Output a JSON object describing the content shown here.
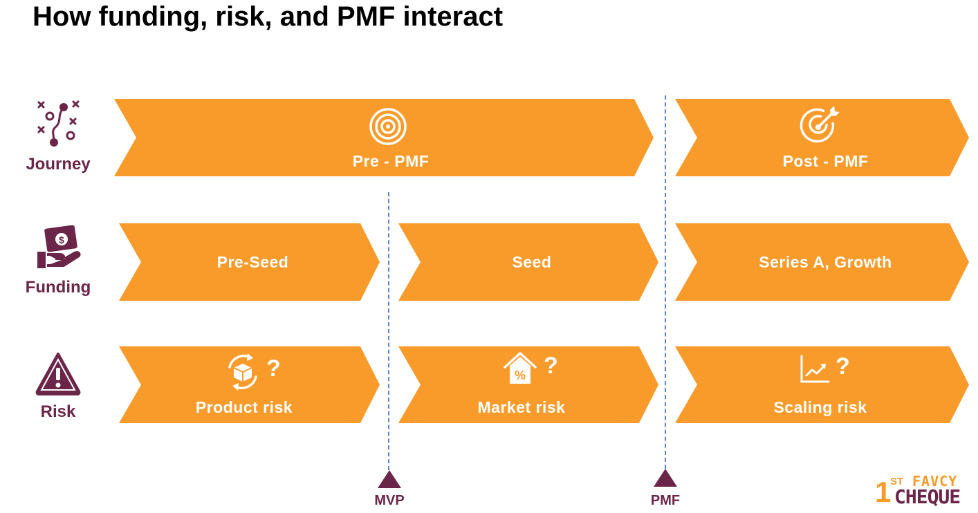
{
  "title": "How funding, risk, and PMF interact",
  "rows": {
    "journey": {
      "label": "Journey",
      "icon": "journey-path-icon"
    },
    "funding": {
      "label": "Funding",
      "icon": "hand-money-icon"
    },
    "risk": {
      "label": "Risk",
      "icon": "warning-triangle-icon"
    }
  },
  "journey_stages": [
    {
      "label": "Pre - PMF",
      "icon": "concentric-target-icon"
    },
    {
      "label": "Post - PMF",
      "icon": "target-arrow-icon"
    }
  ],
  "funding_stages": [
    {
      "label": "Pre-Seed"
    },
    {
      "label": "Seed"
    },
    {
      "label": "Series A, Growth"
    }
  ],
  "risk_stages": [
    {
      "label": "Product risk",
      "icon": "product-cycle-icon",
      "suffix": "?"
    },
    {
      "label": "Market risk",
      "icon": "house-percent-icon",
      "suffix": "?"
    },
    {
      "label": "Scaling risk",
      "icon": "growth-chart-icon",
      "suffix": "?"
    }
  ],
  "milestones": [
    {
      "label": "MVP"
    },
    {
      "label": "PMF"
    }
  ],
  "logo": {
    "number": "1",
    "superscript": "ST",
    "top_text": "FAVCY",
    "bottom_text": "CHEQUE"
  },
  "colors": {
    "chevron": "#f99b2a",
    "accent": "#6b2548",
    "divider": "#5b87c7"
  }
}
